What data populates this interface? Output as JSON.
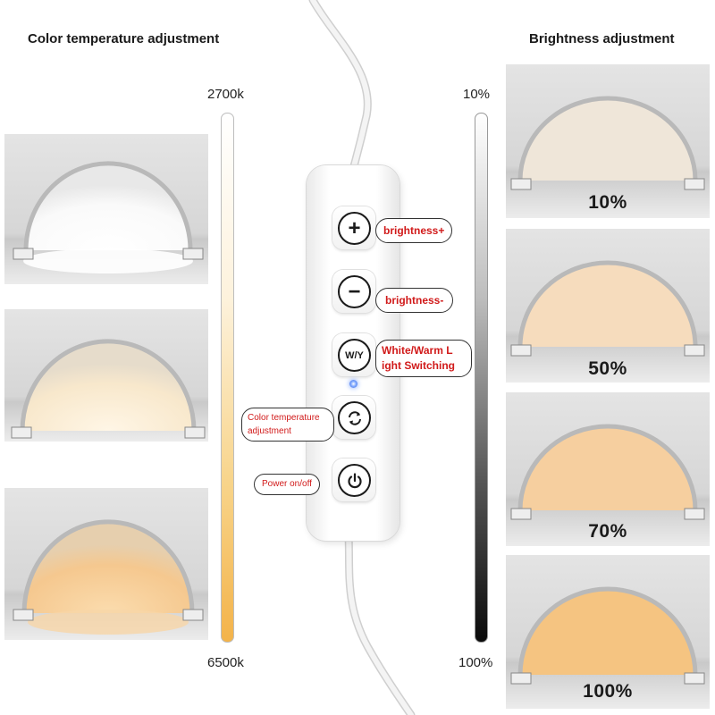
{
  "left": {
    "heading": "Color temperature adjustment",
    "scale_top": "2700k",
    "scale_bottom": "6500k",
    "panels": [
      {
        "tone": "cool-white",
        "glow": "#ffffff"
      },
      {
        "tone": "neutral-white",
        "glow": "#fff1d9"
      },
      {
        "tone": "warm-yellow",
        "glow": "#f9cf98"
      }
    ]
  },
  "right": {
    "heading": "Brightness adjustment",
    "scale_top": "10%",
    "scale_bottom": "100%",
    "panels": [
      {
        "label": "10%",
        "level": 0.1,
        "glow": "#f1e8dc"
      },
      {
        "label": "50%",
        "level": 0.5,
        "glow": "#f7dcbc"
      },
      {
        "label": "70%",
        "level": 0.7,
        "glow": "#f7cf9d"
      },
      {
        "label": "100%",
        "level": 1.0,
        "glow": "#f6c582"
      }
    ]
  },
  "remote": {
    "buttons": [
      {
        "id": "plus",
        "symbol": "+",
        "callout": "brightness+"
      },
      {
        "id": "minus",
        "symbol": "−",
        "callout": "brightness-"
      },
      {
        "id": "wy",
        "symbol": "W/Y",
        "callout_line1": "White/Warm L",
        "callout_line2": "ight Switching"
      },
      {
        "id": "cycle",
        "symbol": "cycle-arrows-icon",
        "callout_line1": "Color temperature",
        "callout_line2": "adjustment"
      },
      {
        "id": "power",
        "symbol": "power-icon",
        "callout": "Power on/off"
      }
    ]
  },
  "colors": {
    "callout_text": "#d11a1a",
    "warm_gradient_end": "#f3b34a",
    "cable": "#f2f2f2"
  }
}
